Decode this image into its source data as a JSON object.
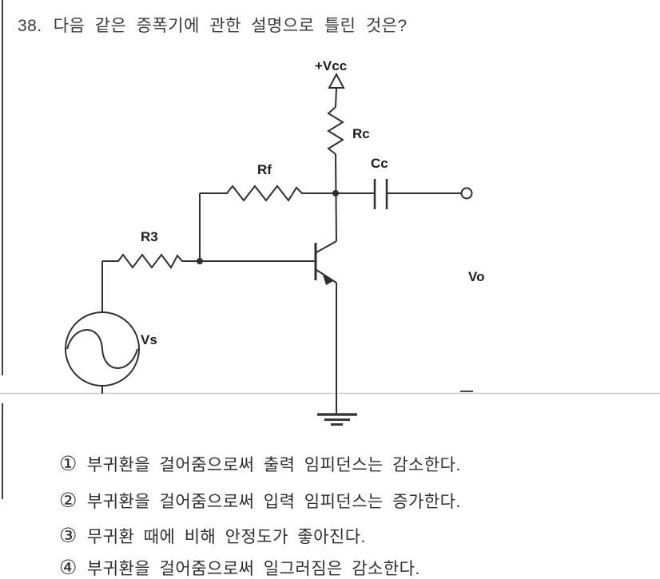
{
  "question": {
    "number": "38.",
    "text": "다음 같은 증폭기에 관한 설명으로 틀린 것은?"
  },
  "circuit": {
    "labels": {
      "vcc": "+Vcc",
      "rc": "Rc",
      "cc": "Cc",
      "rf": "Rf",
      "r3": "R3",
      "vs": "Vs",
      "vo": "Vo"
    }
  },
  "choices": [
    {
      "num": "①",
      "text": "부귀환을 걸어줌으로써 출력 임피던스는 감소한다."
    },
    {
      "num": "②",
      "text": "부귀환을 걸어줌으로써 입력 임피던스는 증가한다."
    },
    {
      "num": "③",
      "text": "무귀환 때에 비해 안정도가 좋아진다."
    },
    {
      "num": "④",
      "text": "부귀환을 걸어줌으로써 일그러짐은 감소한다."
    }
  ],
  "colors": {
    "ink": "#2f2f2f",
    "divider": "#c9c9c9",
    "border": "#3f3f3f"
  }
}
